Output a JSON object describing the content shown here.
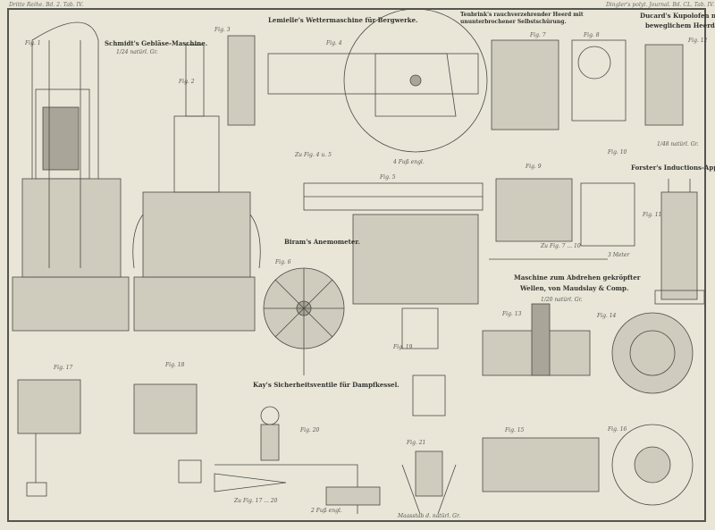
{
  "header": {
    "left": "Dritte Reihe. Bd. 2. Tab. IV.",
    "right": "Dingler's polyt. Journal. Bd. CL. Tab. IV."
  },
  "titles": {
    "schmidt": "Schmidt's Gebläse-Maschine.",
    "schmidt_scale": "1/24 natürl. Gr.",
    "lemielle": "Lemielle's Wettermaschine für Bergwerke.",
    "tenbrink": "Tenbrink's rauchverzehrender Heerd mit ununterbrochener Selbstschürung.",
    "ducard_1": "Ducard's Kupolofen mit",
    "ducard_2": "beweglichem Heerde.",
    "ducard_scale": "1/48 natürl. Gr.",
    "forster": "Forster's Inductions-Apparat.",
    "biram": "Biram's Anemometer.",
    "maudslay_1": "Maschine zum Abdrehen gekröpfter",
    "maudslay_2": "Wellen, von Maudslay & Comp.",
    "maudslay_scale": "1/20 natürl. Gr.",
    "kay": "Kay's Sicherheitsventile für Dampfkessel."
  },
  "scales": {
    "fig4": "Zu Fig. 4 u. 5",
    "fig4_unit": "4 Fuß engl.",
    "fig7": "Zu Fig. 7 ... 10",
    "fig7_unit": "3 Meter",
    "fig17": "Zu Fig. 17 ... 20",
    "fig17_unit": "2 Fuß engl.",
    "fig21": "Maasstab d. natürl. Gr."
  },
  "figures": [
    "Fig. 1",
    "Fig. 2",
    "Fig. 3",
    "Fig. 4",
    "Fig. 5",
    "Fig. 6",
    "Fig. 7",
    "Fig. 8",
    "Fig. 9",
    "Fig. 10",
    "Fig. 11",
    "Fig. 12",
    "Fig. 13",
    "Fig. 14",
    "Fig. 15",
    "Fig. 16",
    "Fig. 17",
    "Fig. 18",
    "Fig. 19",
    "Fig. 20",
    "Fig. 21"
  ]
}
